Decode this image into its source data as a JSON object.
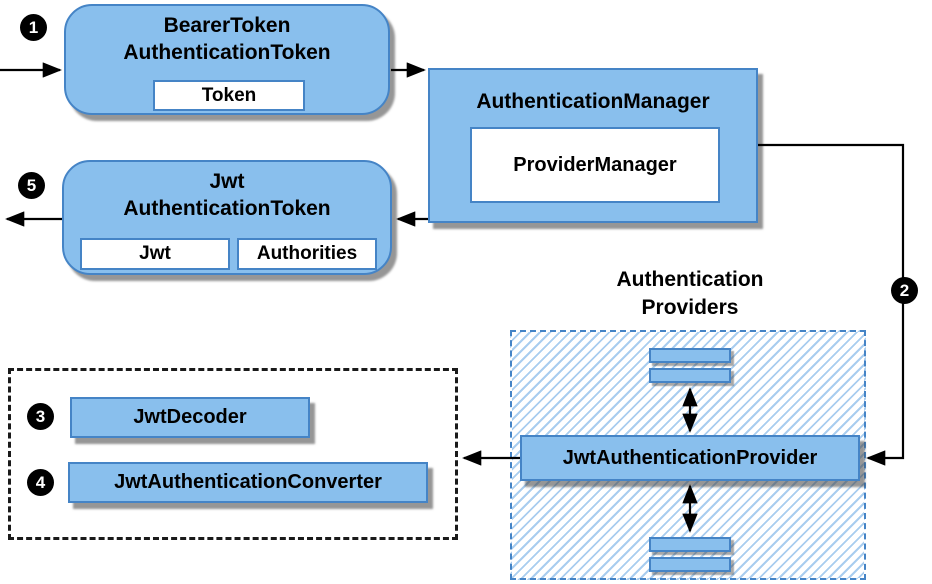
{
  "colors": {
    "box_fill": "#89BFED",
    "box_border": "#4584C6",
    "hatch_line": "#A9CDEF",
    "shadow": "#404040",
    "tools_dash": "#1a1a1a",
    "arrow": "#000000"
  },
  "steps": {
    "s1": "1",
    "s2": "2",
    "s3": "3",
    "s4": "4",
    "s5": "5"
  },
  "nodes": {
    "bearer_token": {
      "title1": "BearerToken",
      "title2": "AuthenticationToken",
      "token": "Token"
    },
    "authentication_manager": {
      "title": "AuthenticationManager",
      "provider_manager": "ProviderManager"
    },
    "jwt_authentication_token": {
      "title1": "Jwt",
      "title2": "AuthenticationToken",
      "jwt": "Jwt",
      "authorities": "Authorities"
    },
    "authentication_providers": {
      "label1": "Authentication",
      "label2": "Providers",
      "jwt_authentication_provider": "JwtAuthenticationProvider"
    },
    "jwt_decoder": "JwtDecoder",
    "jwt_authentication_converter": "JwtAuthenticationConverter"
  }
}
